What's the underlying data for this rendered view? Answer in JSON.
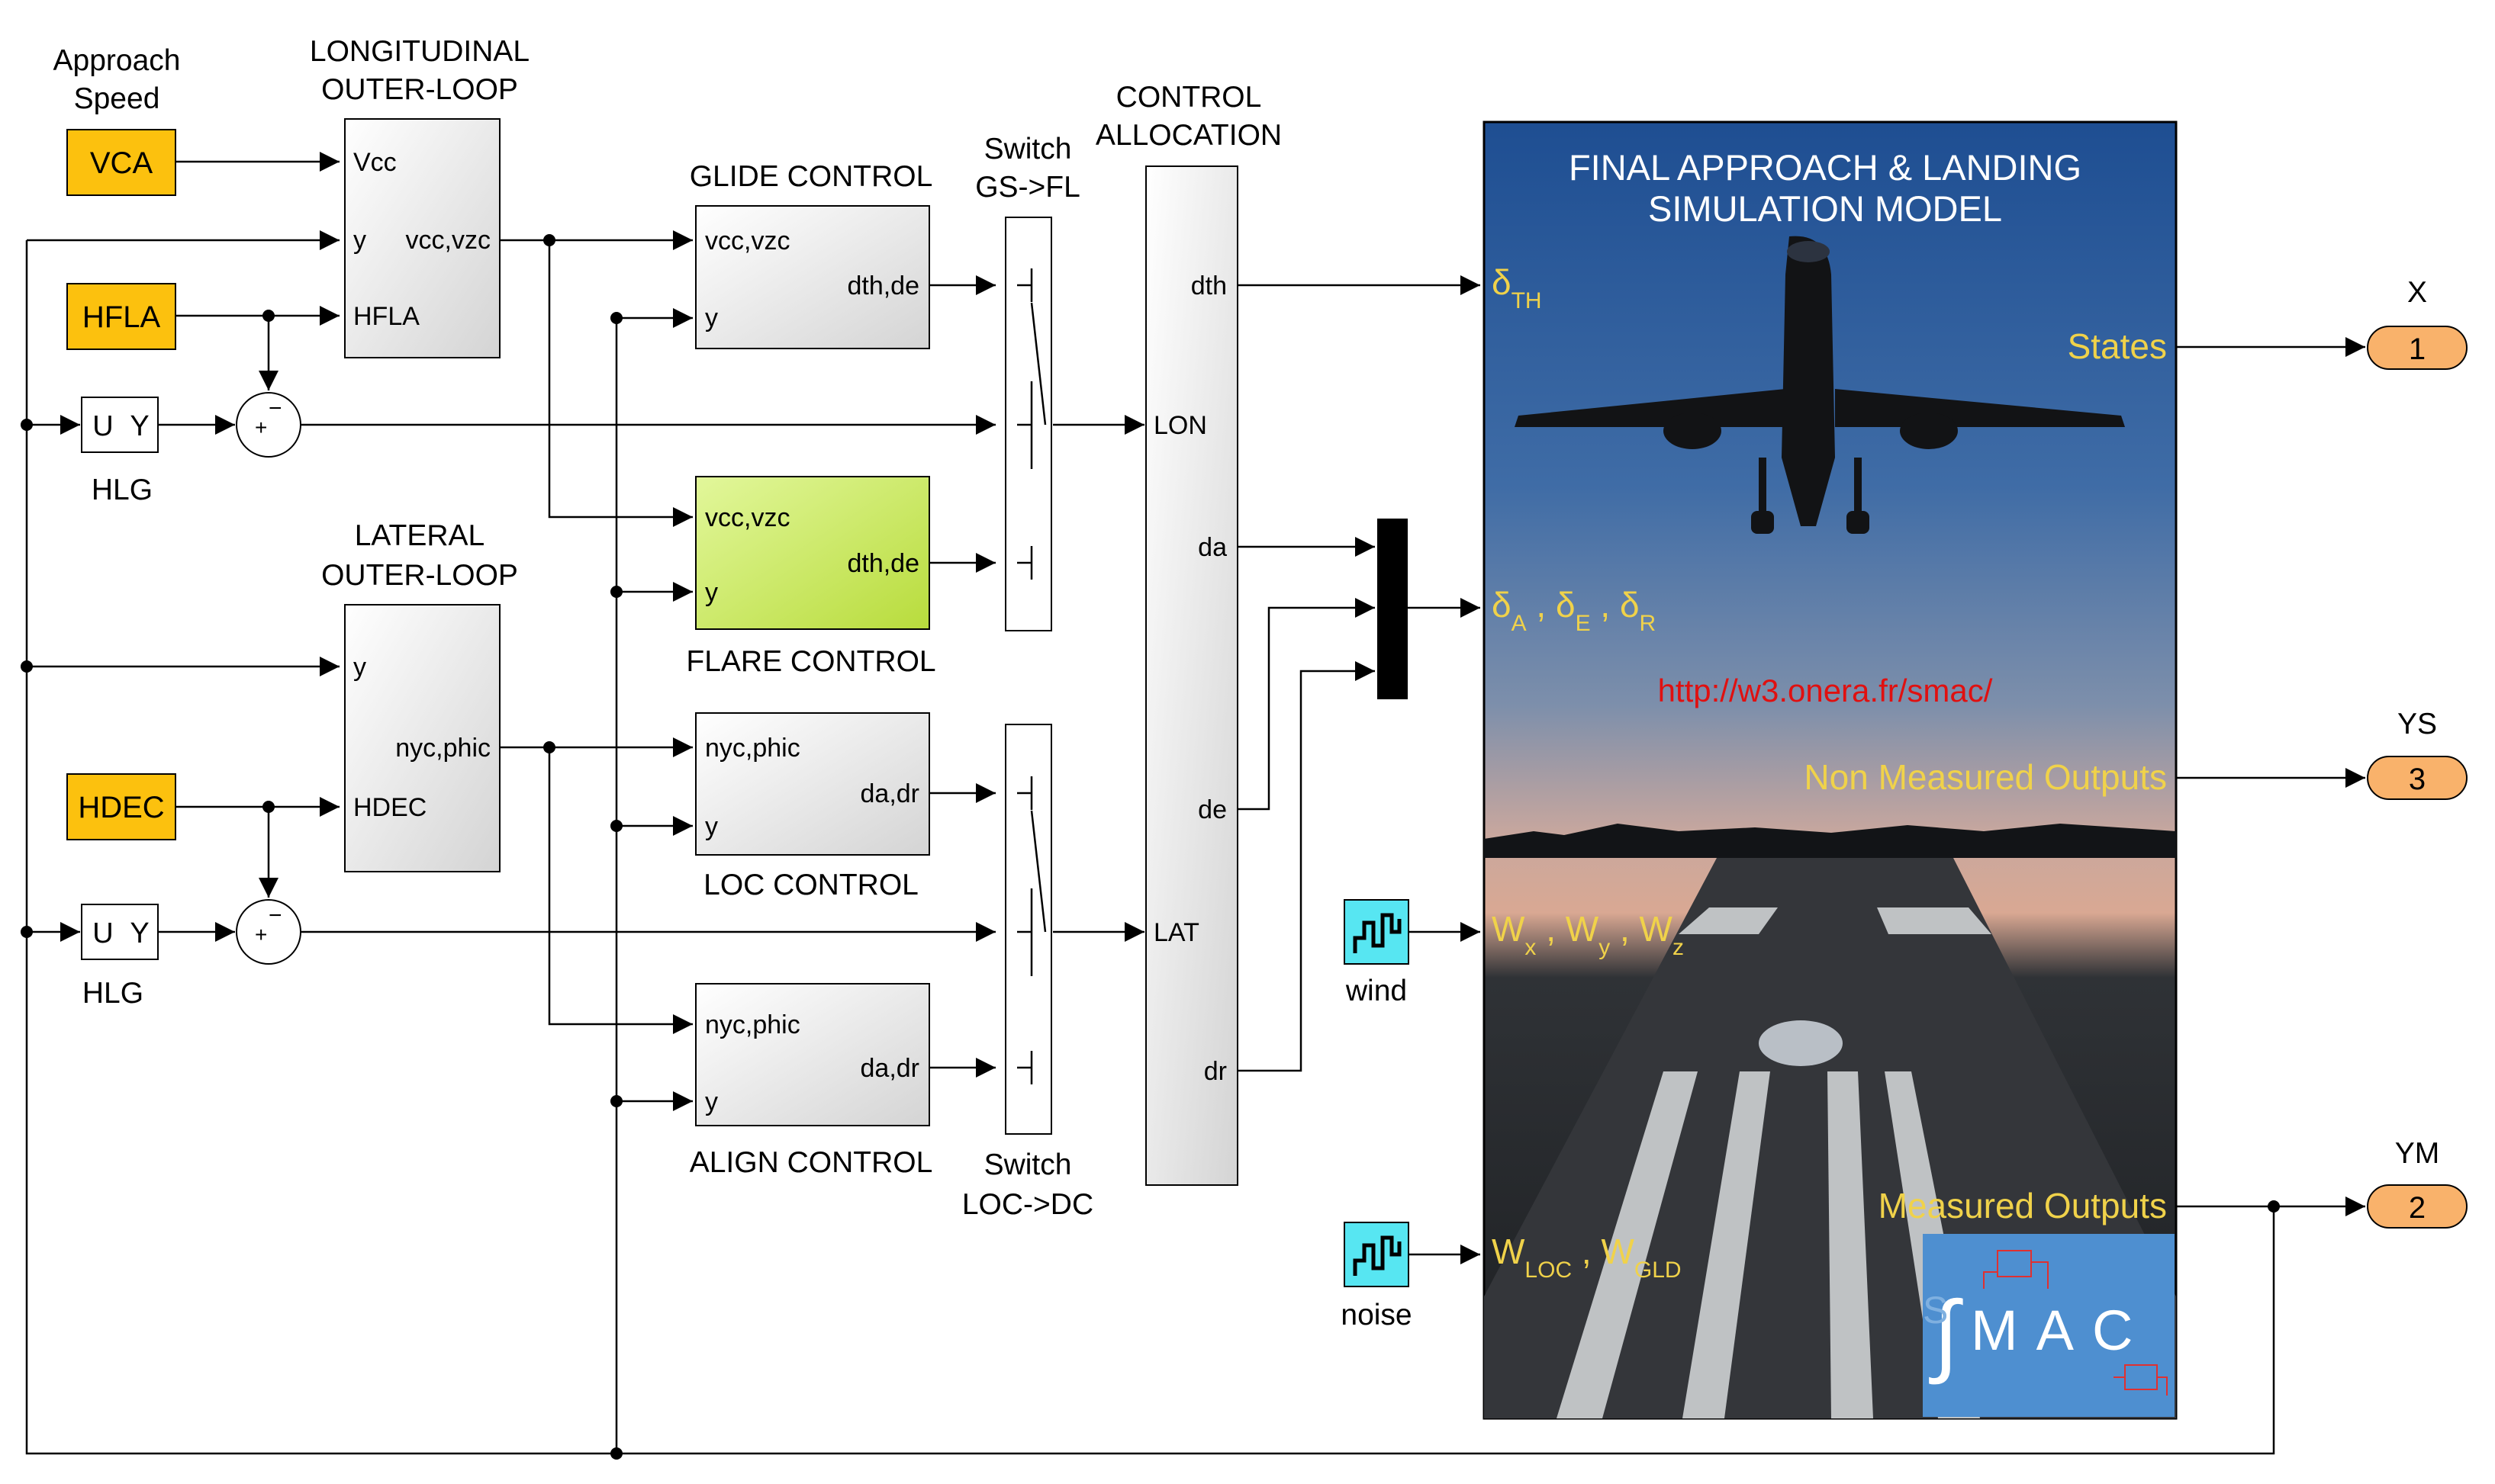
{
  "labels": {
    "approach_speed_line1": "Approach",
    "approach_speed_line2": "Speed",
    "long_outer_line1": "LONGITUDINAL",
    "long_outer_line2": "OUTER-LOOP",
    "lat_outer_line1": "LATERAL",
    "lat_outer_line2": "OUTER-LOOP",
    "glide_control": "GLIDE CONTROL",
    "flare_control": "FLARE CONTROL",
    "loc_control": "LOC CONTROL",
    "align_control": "ALIGN CONTROL",
    "switch_gs_line1": "Switch",
    "switch_gs_line2": "GS->FL",
    "switch_loc_line1": "Switch",
    "switch_loc_line2": "LOC->DC",
    "control_alloc_line1": "CONTROL",
    "control_alloc_line2": "ALLOCATION",
    "hlg_top": "HLG",
    "hlg_bottom": "HLG",
    "wind": "wind",
    "noise": "noise"
  },
  "constants": {
    "vca": "VCA",
    "hfla": "HFLA",
    "hdec": "HDEC"
  },
  "hlg_block": {
    "u": "U",
    "y": "Y"
  },
  "sum_signs": {
    "plus": "+",
    "minus": "−"
  },
  "ports": {
    "long": {
      "vcc": "Vcc",
      "y": "y",
      "hfla": "HFLA",
      "out": "vcc,vzc"
    },
    "lat": {
      "y": "y",
      "hdec": "HDEC",
      "out": "nyc,phic"
    },
    "glide": {
      "in1": "vcc,vzc",
      "in2": "y",
      "out": "dth,de"
    },
    "flare": {
      "in1": "vcc,vzc",
      "in2": "y",
      "out": "dth,de"
    },
    "loc": {
      "in1": "nyc,phic",
      "in2": "y",
      "out": "da,dr"
    },
    "align": {
      "in1": "nyc,phic",
      "in2": "y",
      "out": "da,dr"
    },
    "alloc": {
      "lon": "LON",
      "lat": "LAT",
      "dth": "dth",
      "da": "da",
      "de": "de",
      "dr": "dr"
    }
  },
  "sim_model": {
    "title_line1": "FINAL APPROACH & LANDING",
    "title_line2": "SIMULATION MODEL",
    "url": "http://w3.onera.fr/smac/",
    "states": "States",
    "non_measured": "Non Measured Outputs",
    "measured": "Measured Outputs",
    "in_th_main": "δ",
    "in_th_sub": "TH",
    "in_a_main": "δ",
    "in_a_sub": "A",
    "in_e_main": "δ",
    "in_e_sub": "E",
    "in_r_main": "δ",
    "in_r_sub": "R",
    "sep": " , ",
    "wind_main": "W",
    "wind_x": "x",
    "wind_y": "y",
    "wind_z": "z",
    "noise_loc": "LOC",
    "noise_gld": "GLD",
    "logo_text": "MAC",
    "logo_integral": "∫",
    "logo_s": "S"
  },
  "outputs": [
    {
      "name": "X",
      "number": "1"
    },
    {
      "name": "YS",
      "number": "3"
    },
    {
      "name": "YM",
      "number": "2"
    }
  ],
  "colors": {
    "constant_fill": "#fcc10e",
    "flare_fill": "#d0f07a",
    "output_fill": "#f9b26b",
    "noise_block_fill": "#57e6f2",
    "title_text": "#ffffff",
    "model_text": "#f0d24a",
    "url_text": "#e01010",
    "logo_bg": "#4e8fd0"
  }
}
